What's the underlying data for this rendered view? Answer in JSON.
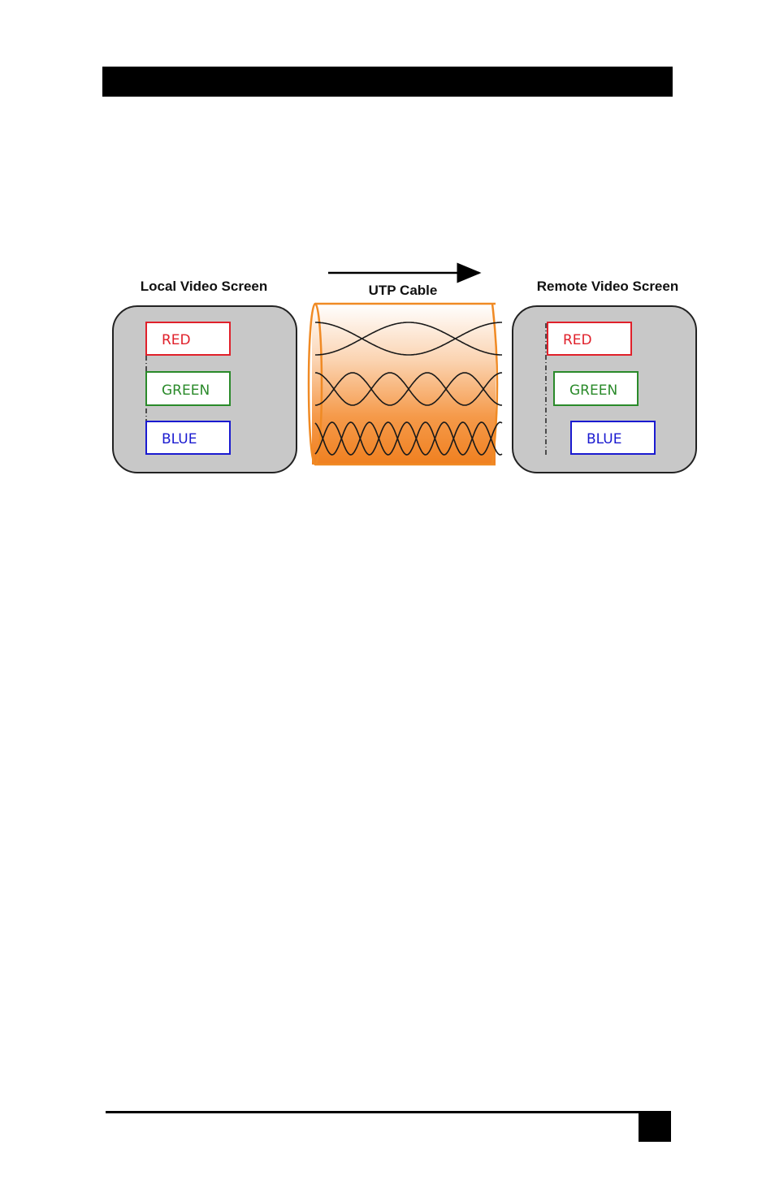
{
  "diagram": {
    "local_title": "Local Video Screen",
    "cable_title": "UTP Cable",
    "remote_title": "Remote Video Screen",
    "local_channels": [
      {
        "label": "RED",
        "color": "#e0202a"
      },
      {
        "label": "GREEN",
        "color": "#2a8a2a"
      },
      {
        "label": "BLUE",
        "color": "#1a1ad0"
      }
    ],
    "remote_channels": [
      {
        "label": "RED",
        "color": "#e0202a"
      },
      {
        "label": "GREEN",
        "color": "#2a8a2a"
      },
      {
        "label": "BLUE",
        "color": "#1a1ad0"
      }
    ],
    "screen_fill": "#c8c8c8",
    "cable_color": "#f08a24",
    "twist_counts": [
      2,
      5,
      10
    ]
  }
}
